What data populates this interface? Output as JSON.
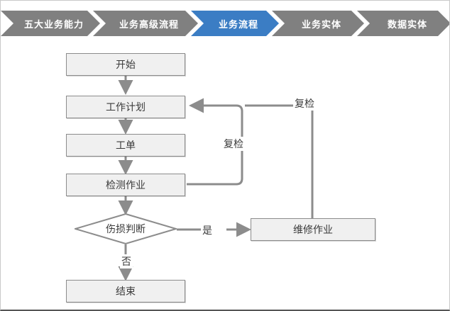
{
  "breadcrumb": {
    "active_color": "#3b7dc4",
    "inactive_color": "#808080",
    "items": [
      {
        "label": "五大业务能力",
        "active": false
      },
      {
        "label": "业务高级流程",
        "active": false
      },
      {
        "label": "业务流程",
        "active": true
      },
      {
        "label": "业务实体",
        "active": false
      },
      {
        "label": "数据实体",
        "active": false
      }
    ]
  },
  "flowchart": {
    "node_fill": "#f0f0f0",
    "node_border": "#8c8c8c",
    "connector_color": "#8c8c8c",
    "text_color": "#3a3a3a",
    "nodes": [
      {
        "id": "start",
        "label": "开始",
        "shape": "box"
      },
      {
        "id": "workplan",
        "label": "工作计划",
        "shape": "box"
      },
      {
        "id": "workorder",
        "label": "工单",
        "shape": "box"
      },
      {
        "id": "inspection",
        "label": "检测作业",
        "shape": "box"
      },
      {
        "id": "decision",
        "label": "伤损判断",
        "shape": "diamond"
      },
      {
        "id": "repair",
        "label": "维修作业",
        "shape": "box"
      },
      {
        "id": "end",
        "label": "结束",
        "shape": "box"
      }
    ],
    "edge_labels": [
      {
        "id": "recheck-inner",
        "label": "复检"
      },
      {
        "id": "recheck-outer",
        "label": "复检"
      },
      {
        "id": "yes",
        "label": "是"
      },
      {
        "id": "no",
        "label": "否"
      }
    ]
  }
}
